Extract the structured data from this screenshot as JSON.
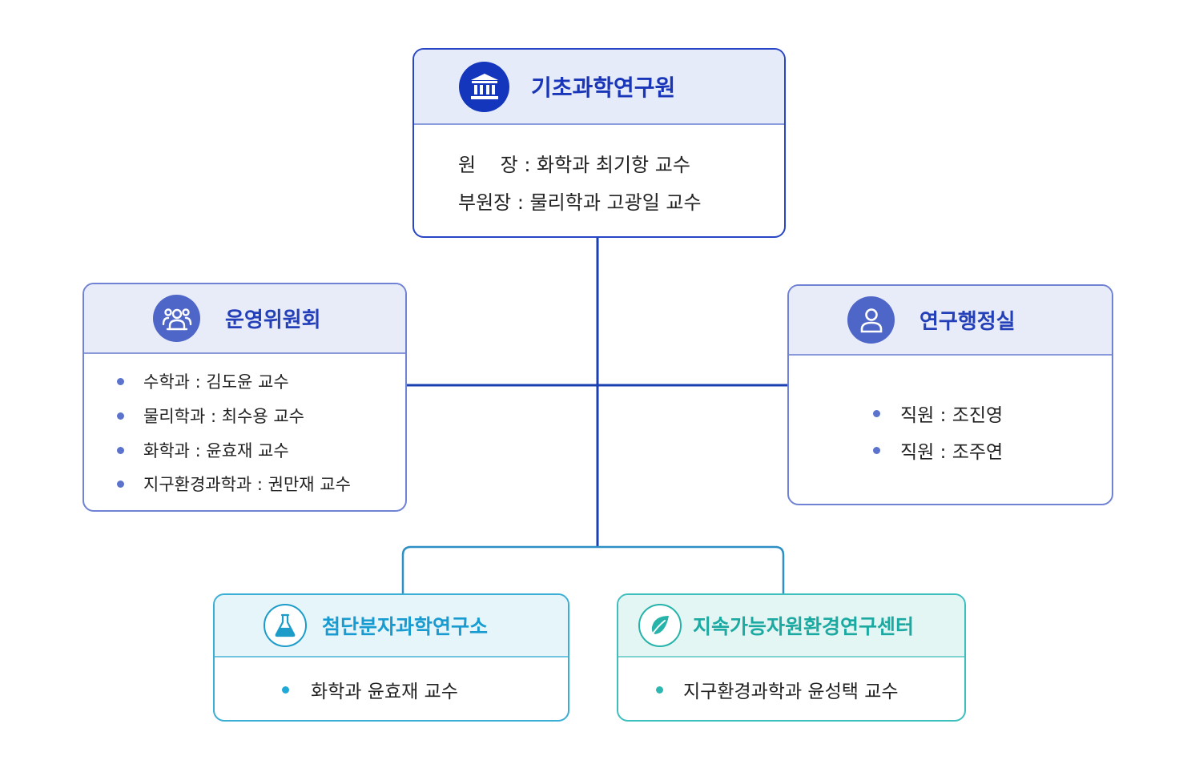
{
  "colors": {
    "primary": "#1336bd",
    "secondary": "#4e66c7",
    "connector_main": "#1a3fb0",
    "connector_bottom": "#2d8fc4",
    "teal": "#1ba9a1",
    "sky": "#179bd0"
  },
  "top": {
    "icon": "institution-icon",
    "title": "기초과학연구원",
    "lines": [
      {
        "label": "원    장",
        "sep": " : ",
        "value": "화학과 최기항 교수"
      },
      {
        "label": "부원장",
        "sep": " : ",
        "value": "물리학과 고광일 교수"
      }
    ]
  },
  "left": {
    "icon": "group-icon",
    "title": "운영위원회",
    "items": [
      "수학과 : 김도윤 교수",
      "물리학과 : 최수용 교수",
      "화학과 : 윤효재 교수",
      "지구환경과학과 : 권만재 교수"
    ]
  },
  "right": {
    "icon": "person-icon",
    "title": "연구행정실",
    "items": [
      "직원 : 조진영",
      "직원 : 조주연"
    ]
  },
  "bottom_left": {
    "icon": "flask-icon",
    "title": "첨단분자과학연구소",
    "items": [
      "화학과 윤효재 교수"
    ]
  },
  "bottom_right": {
    "icon": "leaf-icon",
    "title": "지속가능자원환경연구센터",
    "items": [
      "지구환경과학과 윤성택 교수"
    ]
  }
}
